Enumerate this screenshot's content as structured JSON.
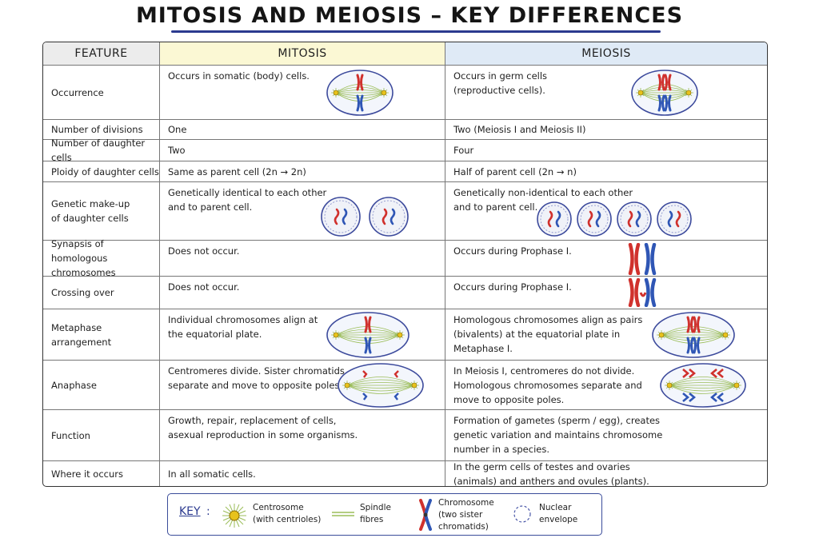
{
  "title": "MITOSIS AND MEIOSIS – KEY DIFFERENCES",
  "header": {
    "feature": "FEATURE",
    "mitosis": "MITOSIS",
    "meiosis": "MEIOSIS"
  },
  "rows": [
    {
      "feature": [
        "Occurrence"
      ],
      "mitosis": [
        "Occurs in somatic (body) cells."
      ],
      "meiosis": [
        "Occurs in germ cells",
        "(reproductive cells)."
      ]
    },
    {
      "feature": [
        "Number of divisions"
      ],
      "mitosis": [
        "One"
      ],
      "meiosis": [
        "Two (Meiosis I and Meiosis II)"
      ]
    },
    {
      "feature": [
        "Number of daughter cells"
      ],
      "mitosis": [
        "Two"
      ],
      "meiosis": [
        "Four"
      ]
    },
    {
      "feature": [
        "Ploidy of daughter cells"
      ],
      "mitosis": [
        "Same as parent cell (2n → 2n)"
      ],
      "meiosis": [
        "Half of parent cell (2n → n)"
      ]
    },
    {
      "feature": [
        "Genetic make-up",
        "of daughter cells"
      ],
      "mitosis": [
        "Genetically identical to each other",
        "and to parent cell."
      ],
      "meiosis": [
        "Genetically non-identical to each other",
        "and to parent cell."
      ]
    },
    {
      "feature": [
        "Synapsis of",
        "homologous chromosomes"
      ],
      "mitosis": [
        "Does not occur."
      ],
      "meiosis": [
        "Occurs during Prophase I."
      ]
    },
    {
      "feature": [
        "Crossing over"
      ],
      "mitosis": [
        "Does not occur."
      ],
      "meiosis": [
        "Occurs during Prophase I."
      ]
    },
    {
      "feature": [
        "Metaphase",
        "arrangement"
      ],
      "mitosis": [
        "Individual chromosomes align at",
        "the equatorial plate."
      ],
      "meiosis": [
        "Homologous chromosomes align as pairs",
        "(bivalents) at the equatorial plate in",
        "Metaphase I."
      ]
    },
    {
      "feature": [
        "Anaphase"
      ],
      "mitosis": [
        "Centromeres divide. Sister chromatids",
        "separate and move to opposite poles."
      ],
      "meiosis": [
        "In Meiosis I, centromeres do not divide.",
        "Homologous chromosomes separate and",
        "move to opposite poles."
      ]
    },
    {
      "feature": [
        "Function"
      ],
      "mitosis": [
        "Growth, repair, replacement of cells,",
        "asexual reproduction in some organisms."
      ],
      "meiosis": [
        "Formation of gametes (sperm / egg), creates",
        "genetic variation and maintains chromosome",
        "number in a species."
      ]
    },
    {
      "feature": [
        "Where it occurs"
      ],
      "mitosis": [
        "In all somatic cells."
      ],
      "meiosis": [
        "In the germ cells of testes and ovaries",
        "(animals) and anthers and ovules (plants)."
      ]
    }
  ],
  "key": {
    "label": "KEY",
    "colon": ":",
    "items": [
      {
        "icon": "centrosome-icon",
        "lines": [
          "Centrosome",
          "(with centrioles)"
        ]
      },
      {
        "icon": "spindle-fibres-icon",
        "lines": [
          "Spindle",
          "fibres"
        ]
      },
      {
        "icon": "chromosome-icon",
        "lines": [
          "Chromosome",
          "(two sister",
          "chromatids)"
        ]
      },
      {
        "icon": "nuclear-envelope-icon",
        "lines": [
          "Nuclear",
          "envelope"
        ]
      }
    ]
  },
  "colors": {
    "red": "#d0312d",
    "blue": "#2f56b5",
    "accent": "#2b3a8f",
    "spindle": "#9bbd58",
    "centrosome": "#e7c21c"
  }
}
